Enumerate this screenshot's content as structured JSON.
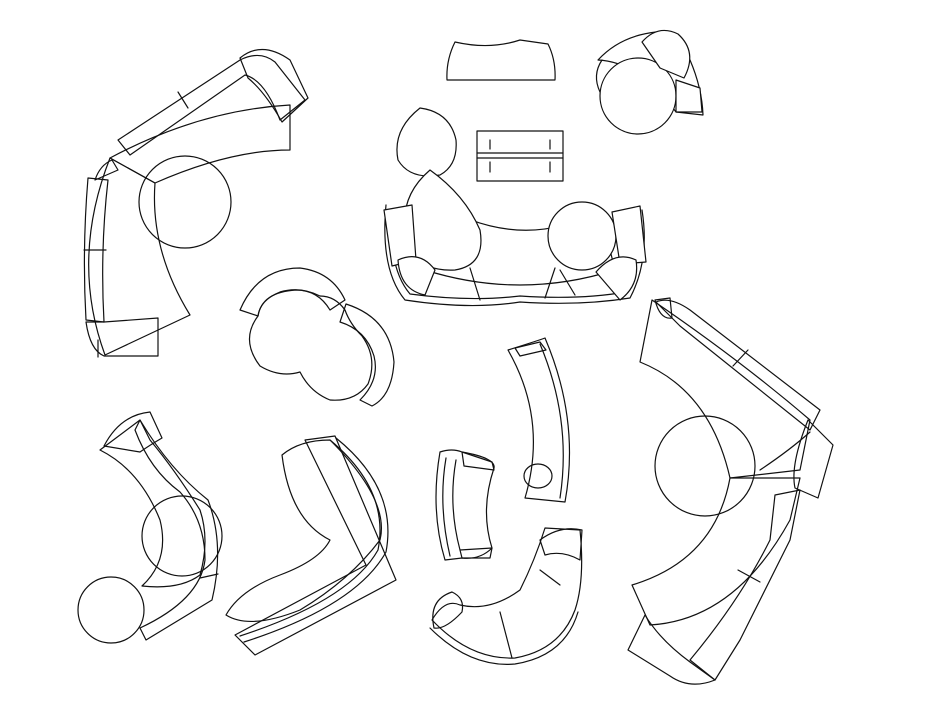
{
  "drawing": {
    "background": "#ffffff",
    "stroke_color": "#111111",
    "items": [
      {
        "id": "sofa-sectional-top-left",
        "kind": "curved sectional sofa with round table"
      },
      {
        "id": "bench-top-center",
        "kind": "straight bench"
      },
      {
        "id": "lounge-chair-top-right",
        "kind": "round lounge chair"
      },
      {
        "id": "coffee-table-center",
        "kind": "rectangular coffee table"
      },
      {
        "id": "sofa-set-center",
        "kind": "curved sofa set with two round armchairs"
      },
      {
        "id": "round-chair-pair-left",
        "kind": "pair of round chairs"
      },
      {
        "id": "sofa-sectional-right",
        "kind": "curved sectional sofa with round table"
      },
      {
        "id": "curved-sofa-bottom-left",
        "kind": "s-curved sofa with round table"
      },
      {
        "id": "curved-chaise-bottom-left-center",
        "kind": "curved chaise lounge"
      },
      {
        "id": "loveseat-bottom-center",
        "kind": "small loveseat"
      },
      {
        "id": "curved-bench-center",
        "kind": "curved bench"
      },
      {
        "id": "curved-sofa-bottom-center",
        "kind": "curved sofa"
      }
    ]
  }
}
